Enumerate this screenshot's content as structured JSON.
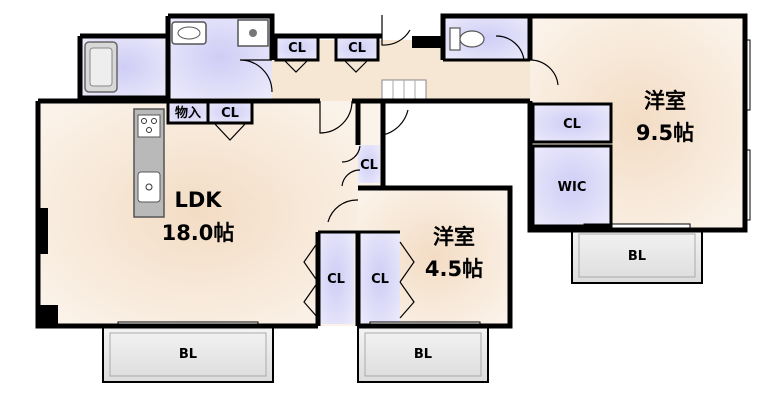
{
  "colors": {
    "wall": "#000000",
    "living": "#f6e7d6",
    "wet": "#d2d0f3",
    "storage": "#d6d4f4",
    "balcony": "#e9e9e9",
    "hall": "#f2dcc3",
    "kitchen_counter": "#b9b9b9"
  },
  "rooms": {
    "ldk": {
      "name": "LDK",
      "size": "18.0帖"
    },
    "western_small": {
      "name": "洋室",
      "size": "4.5帖"
    },
    "western_large": {
      "name": "洋室",
      "size": "9.5帖"
    },
    "wic": "WIC",
    "storage_room": "物入"
  },
  "closets": {
    "label": "CL"
  },
  "balconies": {
    "label": "BL"
  }
}
